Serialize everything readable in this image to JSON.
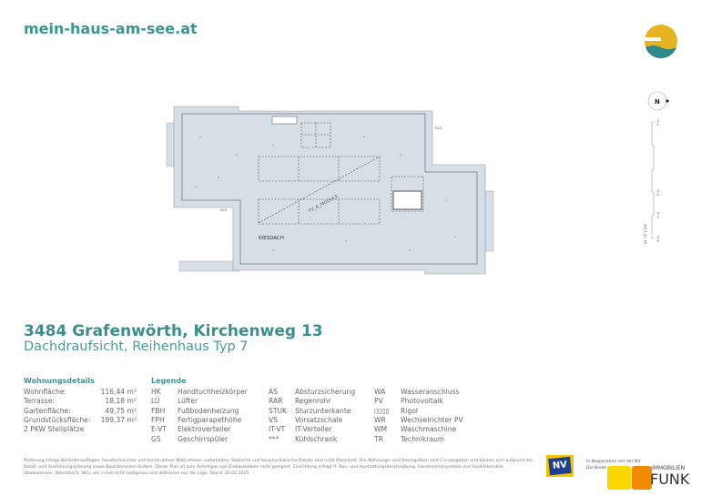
{
  "header": {
    "site": "mein-haus-am-see.at"
  },
  "plan": {
    "pv_label": "PV_6_MODULE",
    "roof_label": "KIESDACH",
    "rar_label_1": "RAR",
    "rar_label_2": "RAR",
    "north": "N",
    "scale_label": "A4 / M 1:100",
    "scale_ticks": [
      "0 m",
      "1 m",
      "2 m",
      "5 m"
    ]
  },
  "title": {
    "address": "3484 Grafenwörth, Kirchenweg 13",
    "subtitle": "Dachdraufsicht, Reihenhaus Typ 7"
  },
  "details": {
    "heading": "Wohnungsdetails",
    "rows": [
      {
        "label": "Wohnfläche:",
        "value": "116,44 m²"
      },
      {
        "label": "Terrasse:",
        "value": "18,18 m²"
      },
      {
        "label": "Gartenfläche:",
        "value": "49,75 m²"
      },
      {
        "label": "Grundstücksfläche:",
        "value": "199,37 m²"
      }
    ],
    "parking": "2 PKW Stellplätze"
  },
  "legend": {
    "heading": "Legende",
    "cols": [
      [
        {
          "k": "HK",
          "v": "Handtuchheizkörper"
        },
        {
          "k": "LÜ",
          "v": "Lüfter"
        },
        {
          "k": "FBH",
          "v": "Fußbodenheizung"
        },
        {
          "k": "FPH",
          "v": "Fertigparapethöhe"
        },
        {
          "k": "E-VT",
          "v": "Elektroverteiler"
        },
        {
          "k": "GS",
          "v": "Geschirrspüler"
        }
      ],
      [
        {
          "k": "AS",
          "v": "Absturzsicherung"
        },
        {
          "k": "RAR",
          "v": "Regenrohr"
        },
        {
          "k": "STUK",
          "v": "Sturzunterkante"
        },
        {
          "k": "VS",
          "v": "Vorsatzschale"
        },
        {
          "k": "IT-VT",
          "v": "IT-Verteiler"
        },
        {
          "k": "***",
          "v": "Kühlschrank"
        }
      ],
      [
        {
          "k": "WA",
          "v": "Wasseranschluss"
        },
        {
          "k": "PV",
          "v": "Photovoltaik"
        },
        {
          "k": "▯▯▯▯",
          "v": "Rigol"
        },
        {
          "k": "WR",
          "v": "Wechselrichter PV"
        },
        {
          "k": "WM",
          "v": "Waschmaschine"
        },
        {
          "k": "TR",
          "v": "Technikraum"
        }
      ]
    ]
  },
  "footer": {
    "disclaimer": "Änderung infolge Behördenauflagen, haustechnischer und konstruktiver Maßnahmen vorbehalten. Statische und bauphysikalische Details sind nicht Planinhalt. Die Wohnungs- und Raumgrößen sind Circaangaben und können sich aufgrund der Detail- und Ausführungsplanung sowie Bautoleranzen ändern. Dieser Plan ist zum Anfertigen von Einbaumöbeln nicht geeignet. Einrichtung erfolgt lt. Bau- und Ausstattungsbeschreibung. Haustechniksymbole und Sanitärkeramik (Badewannen, Waschtisch, WCs, etc.) sind nicht maßgenau und definieren nur die Lage. Stand: 26.02.2025",
    "coop": "In Kooperation mit der NV.",
    "coop2": "Die Niede",
    "nv_logo": "NV",
    "funk_small": "IMMOBILIEN",
    "funk_big": "FUNK"
  },
  "colors": {
    "teal": "#3a9690",
    "roof": "#d7dfe6",
    "gold": "#e8b321",
    "sea": "#2e8a86"
  }
}
